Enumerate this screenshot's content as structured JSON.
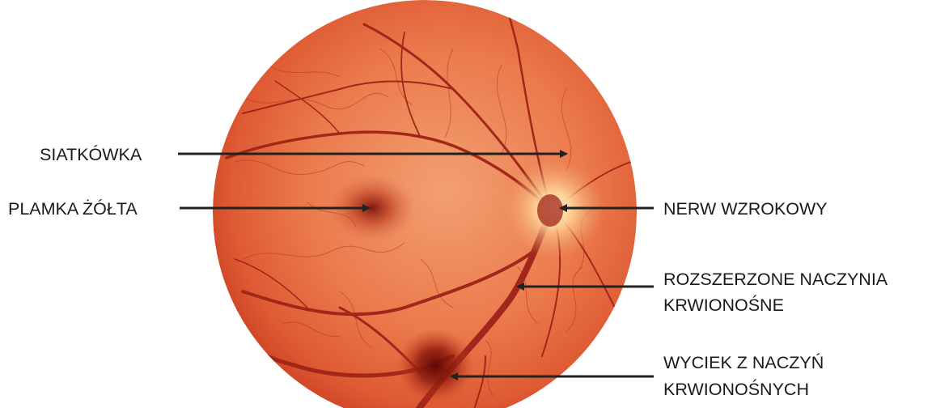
{
  "labels": {
    "retina": "SIATKÓWKA",
    "macula": "PLAMKA ŻÓŁTA",
    "optic_nerve": "NERW WZROKOWY",
    "dilated_vessels_line1": "ROZSZERZONE NACZYNIA",
    "dilated_vessels_line2": "KRWIONOŚNE",
    "leakage_line1": "WYCIEK Z NACZYŃ",
    "leakage_line2": "KRWIONOŚNYCH"
  },
  "colors": {
    "fundus_center": "#f09a6c",
    "fundus_mid": "#e8693f",
    "fundus_edge": "#cc3f22",
    "vessel": "#a2261a",
    "optic_disc": "#ffe2a8",
    "macula": "#8a1d10",
    "hemorrhage": "#6b0c06",
    "arrow": "#222222"
  }
}
